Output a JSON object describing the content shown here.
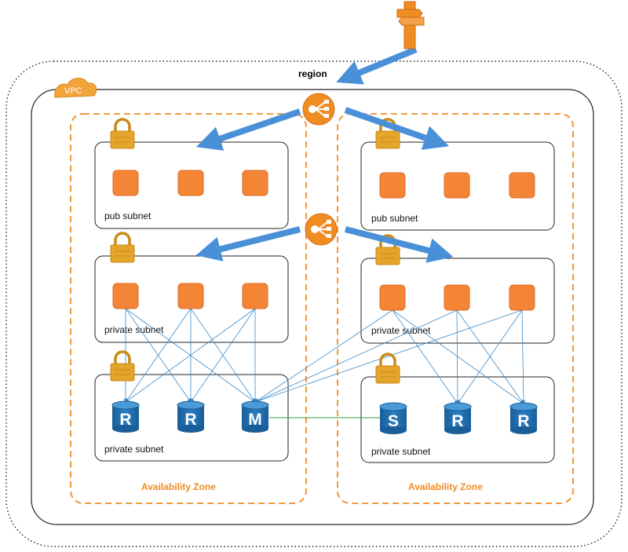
{
  "region_label": "region",
  "vpc_label": "VPC",
  "availability_zones": [
    {
      "label": "Availability Zone"
    },
    {
      "label": "Availability Zone"
    }
  ],
  "subnets": {
    "left_public": "pub subnet",
    "right_public": "pub subnet",
    "left_private_app": "private subnet",
    "right_private_app": "private subnet",
    "left_private_db": "private subnet",
    "right_private_db": "private subnet"
  },
  "databases": {
    "left": [
      "R",
      "R",
      "M"
    ],
    "right": [
      "S",
      "R",
      "R"
    ]
  },
  "colors": {
    "accent_orange": "#f08c22",
    "instance_orange": "#f58536",
    "arrow_blue": "#4a90d9",
    "db_blue": "#1f6fb2",
    "link_blue": "#3a8ac9",
    "replication_green": "#3a9a3a",
    "lock_gold": "#e4a52b"
  },
  "icons": {
    "internet_gateway": "route53-signpost-icon",
    "load_balancer": "elastic-load-balancer-icon",
    "lock": "lock-icon",
    "instance": "ec2-instance-icon",
    "database": "rds-database-icon",
    "cloud": "vpc-cloud-icon"
  }
}
